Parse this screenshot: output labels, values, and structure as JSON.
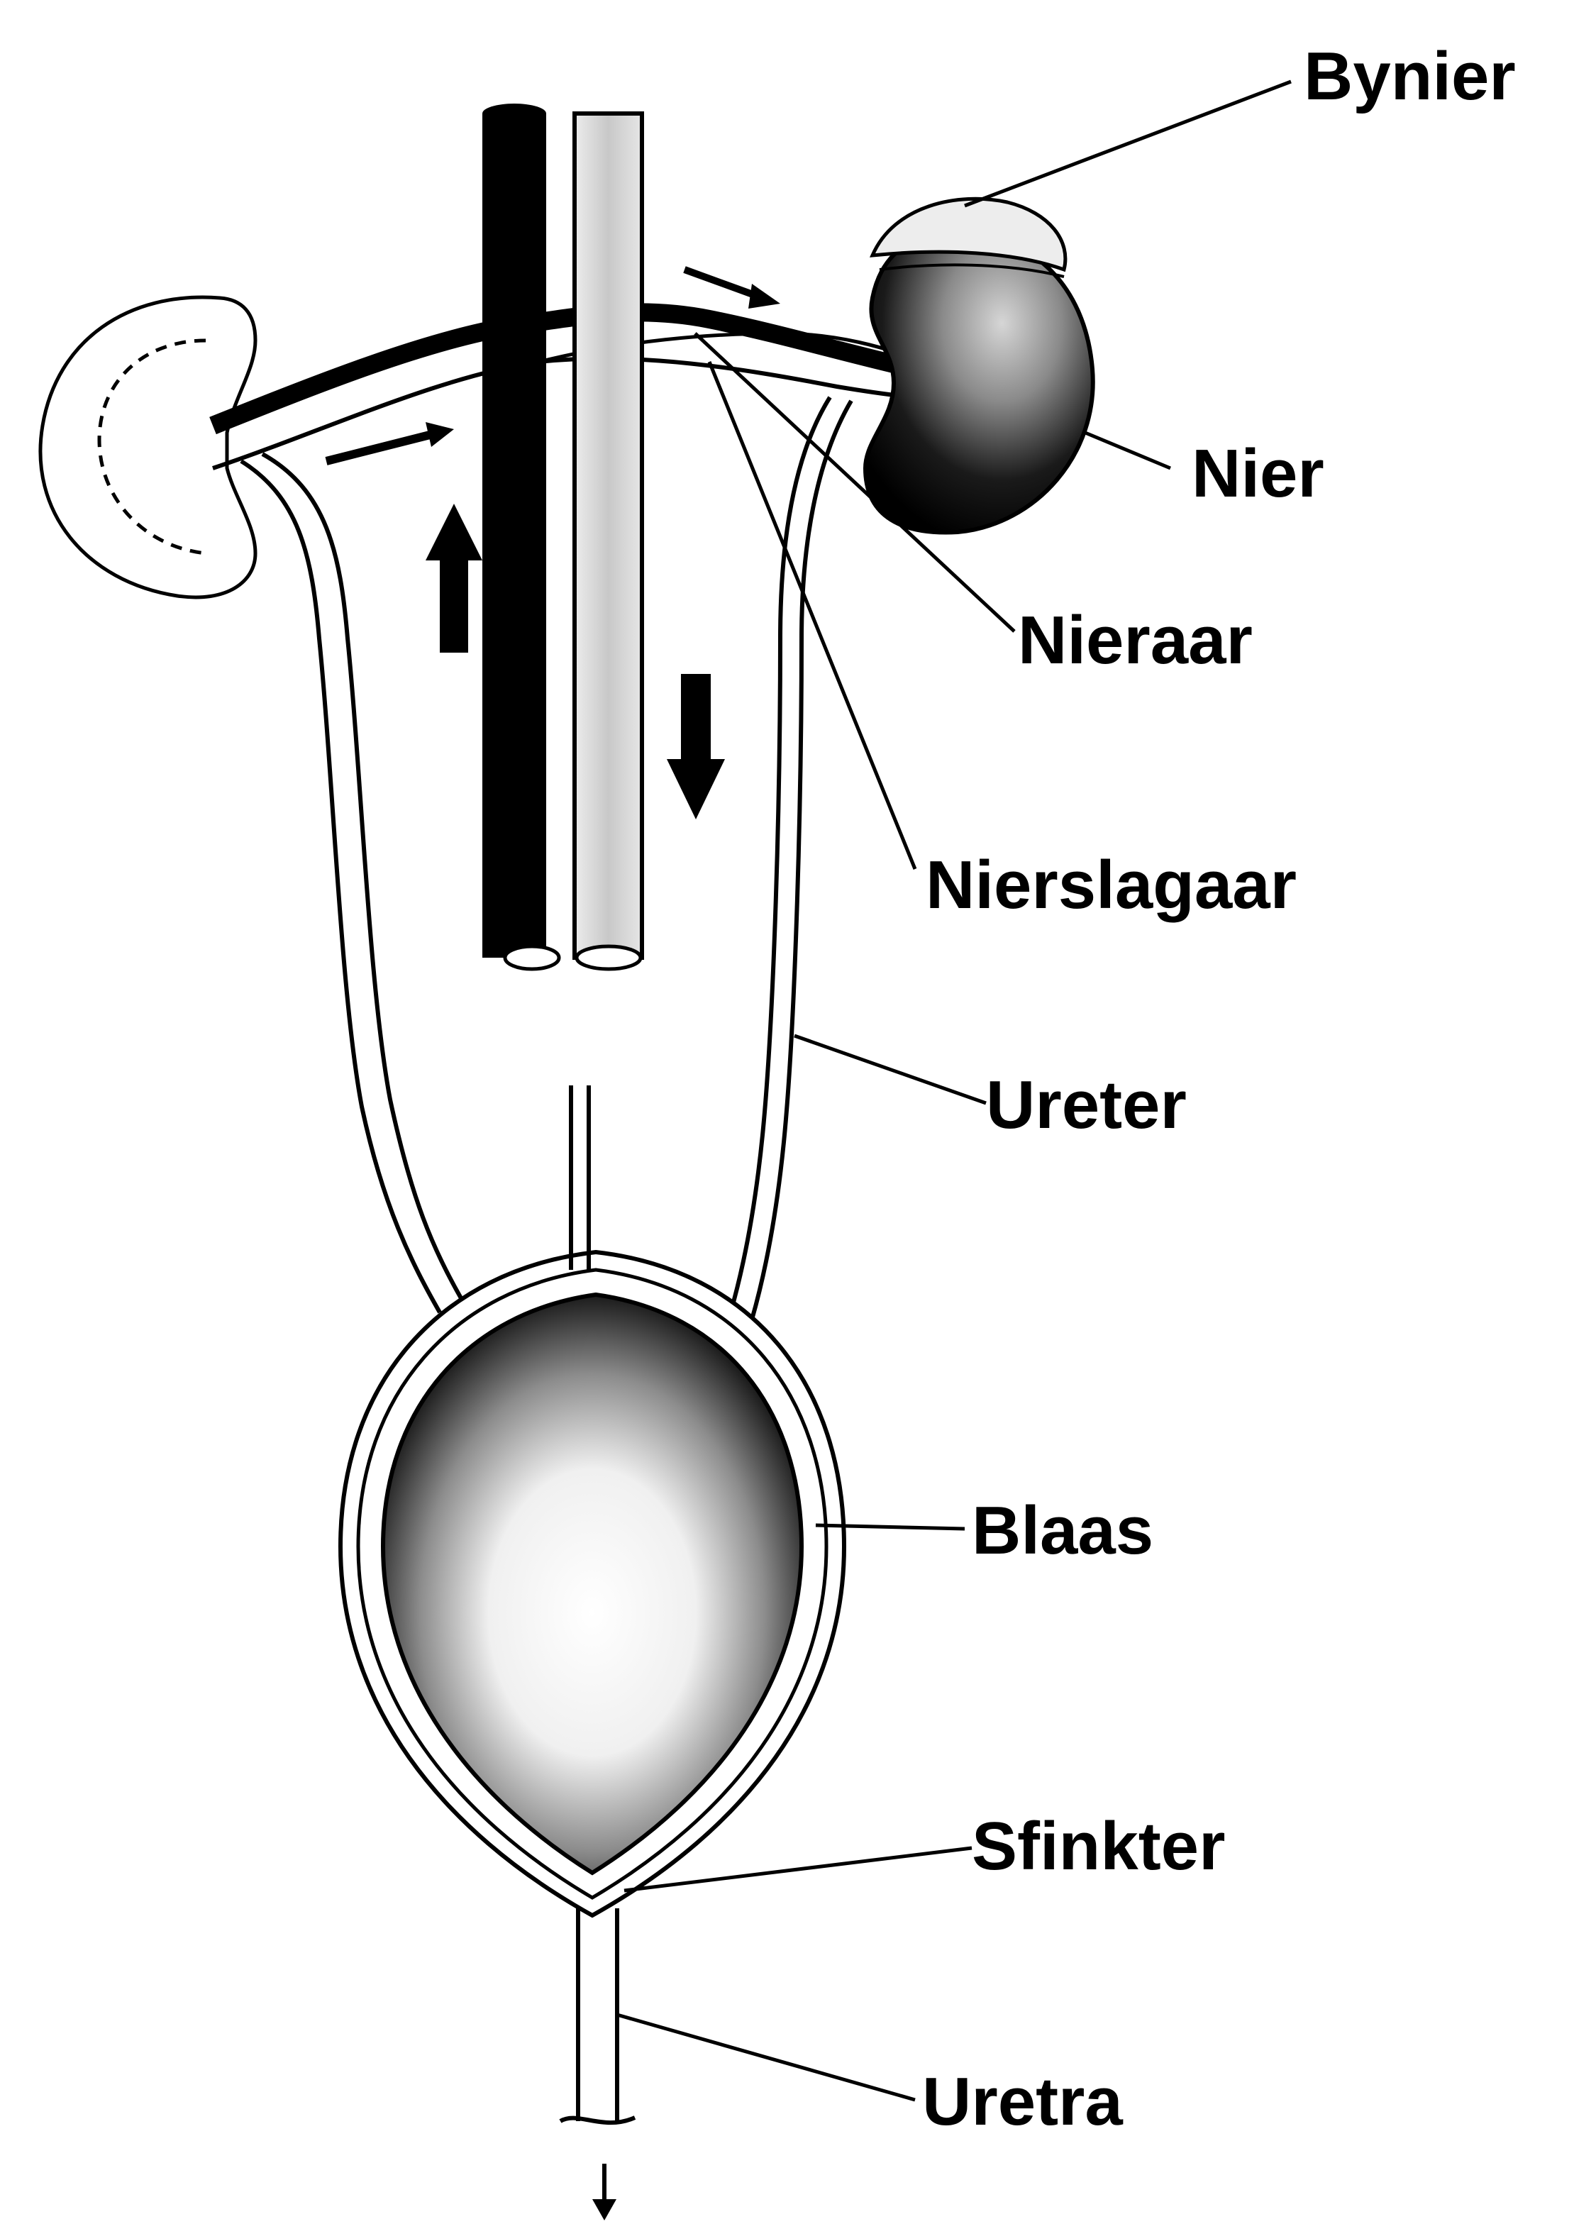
{
  "diagram": {
    "colors": {
      "ink": "#000000",
      "paper": "#ffffff",
      "shade_light": "#d6d6d6",
      "shade_dark": "#1a1a1a"
    },
    "labels": {
      "bynier": "Bynier",
      "nier": "Nier",
      "nieraar": "Nieraar",
      "nierslagaar": "Nierslagaar",
      "ureter": "Ureter",
      "blaas": "Blaas",
      "sfinkter": "Sfinkter",
      "uretra": "Uretra"
    }
  }
}
